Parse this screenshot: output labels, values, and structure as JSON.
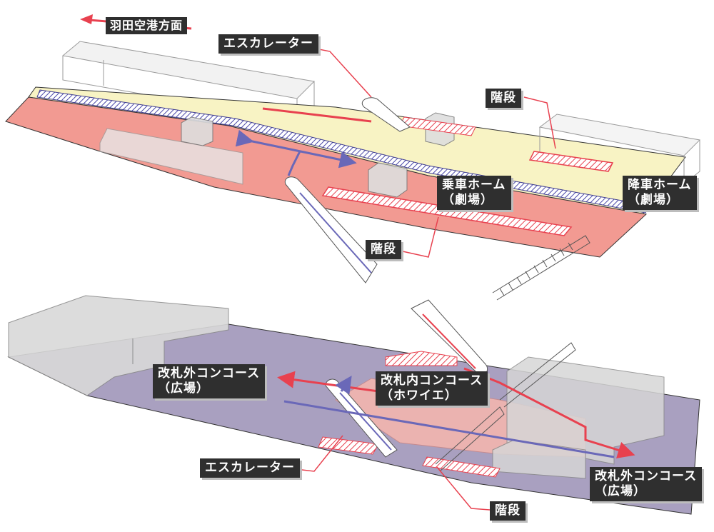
{
  "colors": {
    "platform_board": "#f29a92",
    "platform_alight": "#f8f3c4",
    "concourse": "#a9a0c0",
    "accent_red": "#e8414f",
    "accent_blue": "#6a68b8",
    "label_bg": "#2f2f2f"
  },
  "direction_label": "羽田空港方面",
  "upper_level": {
    "escalator_label": "エスカレーター",
    "stairs_label": "階段",
    "boarding_platform": {
      "line1": "乗車ホーム",
      "line2": "（劇場）"
    },
    "alighting_platform": {
      "line1": "降車ホーム",
      "line2": "（劇場）"
    },
    "stairs_label_2": "階段"
  },
  "lower_level": {
    "outer_concourse_left": {
      "line1": "改札外コンコース",
      "line2": "（広場）"
    },
    "inner_concourse": {
      "line1": "改札内コンコース",
      "line2": "（ホワイエ）"
    },
    "escalator_label": "エスカレーター",
    "outer_concourse_right": {
      "line1": "改札外コンコース",
      "line2": "（広場）"
    },
    "stairs_label": "階段"
  }
}
